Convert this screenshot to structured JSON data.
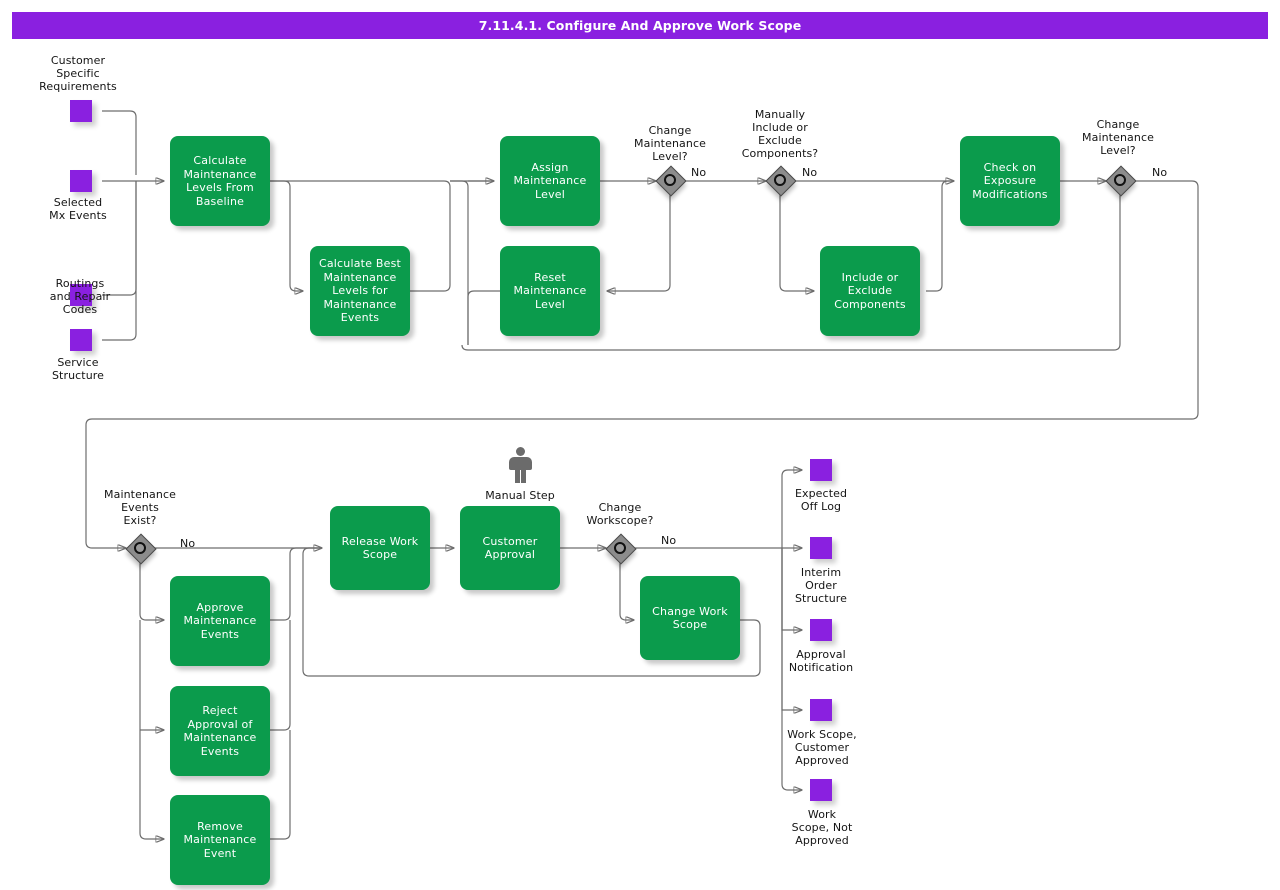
{
  "header": {
    "title": "7.11.4.1. Configure And Approve Work Scope",
    "bar_color": "#8a20e0",
    "text_color": "#ffffff"
  },
  "palette": {
    "process_green": "#0b9b4c",
    "data_purple": "#8a20e0",
    "gateway_gray": "#8c8c8c",
    "wire_gray": "#6d6d6d",
    "text_dark": "#141414"
  },
  "inputs": [
    {
      "name": "customer-specific-requirements",
      "label": "Customer\nSpecific\nRequirements"
    },
    {
      "name": "selected-mx-events",
      "label": "Selected\nMx Events"
    },
    {
      "name": "routings-and-repair-codes",
      "label": "Routings\nand  Repair\nCodes"
    },
    {
      "name": "service-structure",
      "label": "Service\nStructure"
    }
  ],
  "processes": [
    {
      "name": "calculate-maintenance-levels-from-baseline",
      "label": "Calculate\nMaintenance\nLevels From\nBaseline"
    },
    {
      "name": "calculate-best-maintenance-levels-for-maintenance-events",
      "label": "Calculate Best\nMaintenance\nLevels for\nMaintenance\nEvents"
    },
    {
      "name": "assign-maintenance-level",
      "label": "Assign\nMaintenance\nLevel"
    },
    {
      "name": "reset-maintenance-level",
      "label": "Reset\nMaintenance\nLevel"
    },
    {
      "name": "include-or-exclude-components",
      "label": "Include or\nExclude\nComponents"
    },
    {
      "name": "check-on-exposure-modifications",
      "label": "Check on\nExposure\nModifications"
    },
    {
      "name": "approve-maintenance-events",
      "label": "Approve\nMaintenance\nEvents"
    },
    {
      "name": "reject-approval-of-maintenance-events",
      "label": "Reject Approval\nof Maintenance\nEvents"
    },
    {
      "name": "remove-maintenance-event",
      "label": "Remove\nMaintenance\nEvent"
    },
    {
      "name": "release-work-scope",
      "label": "Release Work\nScope"
    },
    {
      "name": "customer-approval",
      "label": "Customer\nApproval"
    },
    {
      "name": "change-work-scope",
      "label": "Change Work\nScope"
    }
  ],
  "gateways": [
    {
      "name": "change-maintenance-level-1",
      "label": "Change\nMaintenance\nLevel?",
      "branch": "No"
    },
    {
      "name": "manually-include-or-exclude-components",
      "label": "Manually\nInclude or\nExclude\nComponents?",
      "branch": "No"
    },
    {
      "name": "change-maintenance-level-2",
      "label": "Change\nMaintenance\nLevel?",
      "branch": "No"
    },
    {
      "name": "maintenance-events-exist",
      "label": "Maintenance\nEvents\nExist?",
      "branch": "No"
    },
    {
      "name": "change-workscope",
      "label": "Change\nWorkscope?",
      "branch": "No"
    }
  ],
  "manual_step": {
    "name": "manual-step",
    "label": "Manual Step"
  },
  "outputs": [
    {
      "name": "expected-off-log",
      "label": "Expected\nOff Log"
    },
    {
      "name": "interim-order-structure",
      "label": "Interim\nOrder\nStructure"
    },
    {
      "name": "approval-notification",
      "label": "Approval\nNotification"
    },
    {
      "name": "work-scope-customer-approved",
      "label": "Work Scope,\nCustomer\nApproved"
    },
    {
      "name": "work-scope-not-approved",
      "label": "Work\nScope, Not\nApproved"
    }
  ]
}
